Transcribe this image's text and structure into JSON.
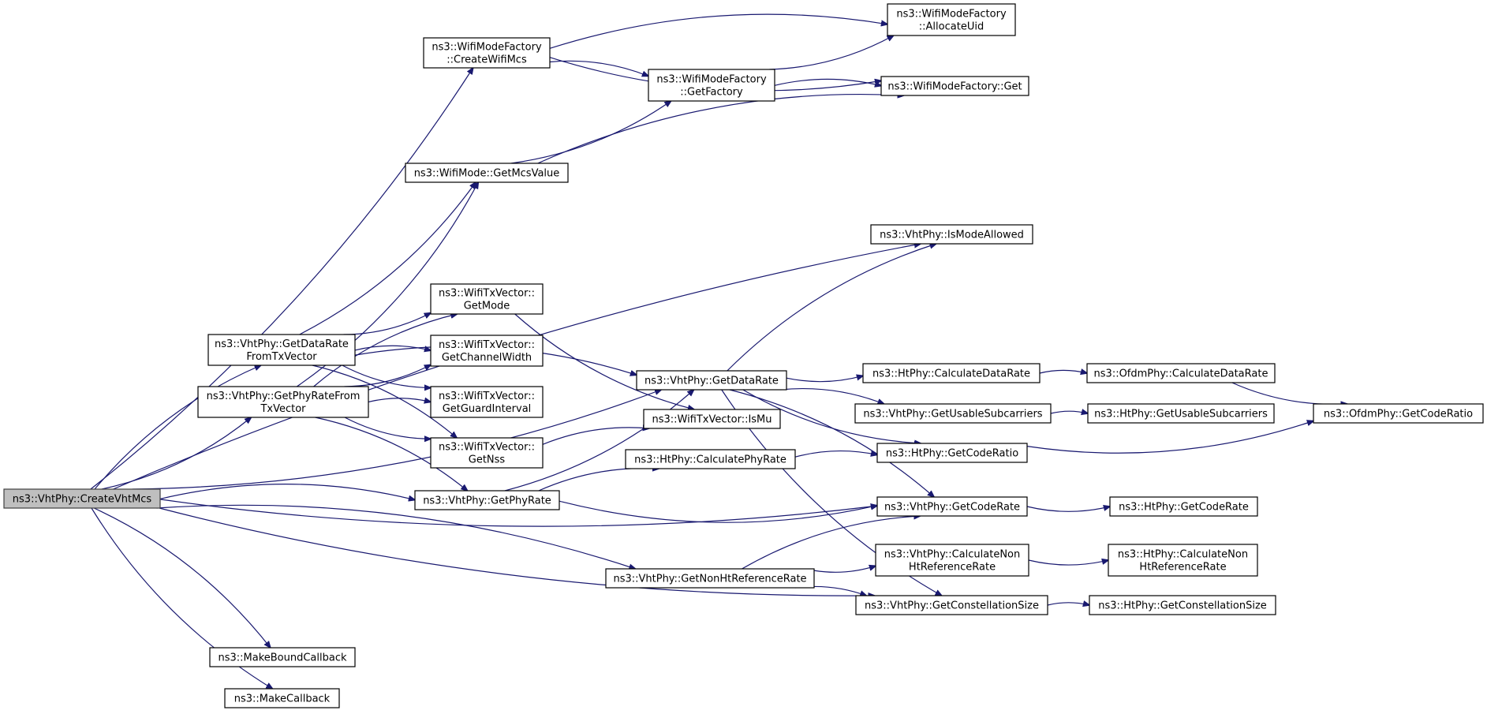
{
  "graph": {
    "nodes": [
      {
        "id": "createVhtMcs",
        "lines": [
          "ns3::VhtPhy::CreateVhtMcs"
        ],
        "root": true
      },
      {
        "id": "createWifiMcs",
        "lines": [
          "ns3::WifiModeFactory",
          "::CreateWifiMcs"
        ]
      },
      {
        "id": "allocateUid",
        "lines": [
          "ns3::WifiModeFactory",
          "::AllocateUid"
        ]
      },
      {
        "id": "getFactory",
        "lines": [
          "ns3::WifiModeFactory",
          "::GetFactory"
        ]
      },
      {
        "id": "factoryGet",
        "lines": [
          "ns3::WifiModeFactory::Get"
        ]
      },
      {
        "id": "getMcsValue",
        "lines": [
          "ns3::WifiMode::GetMcsValue"
        ]
      },
      {
        "id": "isModeAllowed",
        "lines": [
          "ns3::VhtPhy::IsModeAllowed"
        ]
      },
      {
        "id": "getDataRateFromTxVector",
        "lines": [
          "ns3::VhtPhy::GetDataRate",
          "FromTxVector"
        ]
      },
      {
        "id": "getPhyRateFromTxVector",
        "lines": [
          "ns3::VhtPhy::GetPhyRateFrom",
          "TxVector"
        ]
      },
      {
        "id": "getMode",
        "lines": [
          "ns3::WifiTxVector::",
          "GetMode"
        ]
      },
      {
        "id": "getChannelWidth",
        "lines": [
          "ns3::WifiTxVector::",
          "GetChannelWidth"
        ]
      },
      {
        "id": "getGuardInterval",
        "lines": [
          "ns3::WifiTxVector::",
          "GetGuardInterval"
        ]
      },
      {
        "id": "getNss",
        "lines": [
          "ns3::WifiTxVector::",
          "GetNss"
        ]
      },
      {
        "id": "getDataRate",
        "lines": [
          "ns3::VhtPhy::GetDataRate"
        ]
      },
      {
        "id": "isMu",
        "lines": [
          "ns3::WifiTxVector::IsMu"
        ]
      },
      {
        "id": "htCalculatePhyRate",
        "lines": [
          "ns3::HtPhy::CalculatePhyRate"
        ]
      },
      {
        "id": "getPhyRate",
        "lines": [
          "ns3::VhtPhy::GetPhyRate"
        ]
      },
      {
        "id": "htCalculateDataRate",
        "lines": [
          "ns3::HtPhy::CalculateDataRate"
        ]
      },
      {
        "id": "ofdmCalculateDataRate",
        "lines": [
          "ns3::OfdmPhy::CalculateDataRate"
        ]
      },
      {
        "id": "vhtGetUsableSubcarriers",
        "lines": [
          "ns3::VhtPhy::GetUsableSubcarriers"
        ]
      },
      {
        "id": "htGetUsableSubcarriers",
        "lines": [
          "ns3::HtPhy::GetUsableSubcarriers"
        ]
      },
      {
        "id": "ofdmGetCodeRatio",
        "lines": [
          "ns3::OfdmPhy::GetCodeRatio"
        ]
      },
      {
        "id": "htGetCodeRatio",
        "lines": [
          "ns3::HtPhy::GetCodeRatio"
        ]
      },
      {
        "id": "vhtGetCodeRate",
        "lines": [
          "ns3::VhtPhy::GetCodeRate"
        ]
      },
      {
        "id": "htGetCodeRate",
        "lines": [
          "ns3::HtPhy::GetCodeRate"
        ]
      },
      {
        "id": "vhtCalculateNonHtReferenceRate",
        "lines": [
          "ns3::VhtPhy::CalculateNon",
          "HtReferenceRate"
        ]
      },
      {
        "id": "htCalculateNonHtReferenceRate",
        "lines": [
          "ns3::HtPhy::CalculateNon",
          "HtReferenceRate"
        ]
      },
      {
        "id": "getNonHtReferenceRate",
        "lines": [
          "ns3::VhtPhy::GetNonHtReferenceRate"
        ]
      },
      {
        "id": "vhtGetConstellationSize",
        "lines": [
          "ns3::VhtPhy::GetConstellationSize"
        ]
      },
      {
        "id": "htGetConstellationSize",
        "lines": [
          "ns3::HtPhy::GetConstellationSize"
        ]
      },
      {
        "id": "makeBoundCallback",
        "lines": [
          "ns3::MakeBoundCallback"
        ]
      },
      {
        "id": "makeCallback",
        "lines": [
          "ns3::MakeCallback"
        ]
      }
    ],
    "edges": [
      {
        "from": "createVhtMcs",
        "to": "createWifiMcs"
      },
      {
        "from": "createVhtMcs",
        "to": "isModeAllowed"
      },
      {
        "from": "createVhtMcs",
        "to": "getDataRate"
      },
      {
        "from": "createVhtMcs",
        "to": "getDataRateFromTxVector"
      },
      {
        "from": "createVhtMcs",
        "to": "getPhyRateFromTxVector"
      },
      {
        "from": "createVhtMcs",
        "to": "getPhyRate"
      },
      {
        "from": "createVhtMcs",
        "to": "vhtGetCodeRate"
      },
      {
        "from": "createVhtMcs",
        "to": "getNonHtReferenceRate"
      },
      {
        "from": "createVhtMcs",
        "to": "vhtGetConstellationSize"
      },
      {
        "from": "createVhtMcs",
        "to": "makeBoundCallback"
      },
      {
        "from": "createVhtMcs",
        "to": "makeCallback"
      },
      {
        "from": "createWifiMcs",
        "to": "allocateUid"
      },
      {
        "from": "createWifiMcs",
        "to": "factoryGet"
      },
      {
        "from": "createWifiMcs",
        "to": "getFactory"
      },
      {
        "from": "getFactory",
        "to": "allocateUid"
      },
      {
        "from": "getFactory",
        "to": "factoryGet"
      },
      {
        "from": "getMcsValue",
        "to": "getFactory"
      },
      {
        "from": "getMcsValue",
        "to": "factoryGet"
      },
      {
        "from": "getDataRateFromTxVector",
        "to": "getMcsValue"
      },
      {
        "from": "getDataRateFromTxVector",
        "to": "getDataRate"
      },
      {
        "from": "getDataRateFromTxVector",
        "to": "getMode"
      },
      {
        "from": "getDataRateFromTxVector",
        "to": "getChannelWidth"
      },
      {
        "from": "getDataRateFromTxVector",
        "to": "getGuardInterval"
      },
      {
        "from": "getDataRateFromTxVector",
        "to": "getNss"
      },
      {
        "from": "getPhyRateFromTxVector",
        "to": "getMcsValue"
      },
      {
        "from": "getPhyRateFromTxVector",
        "to": "getMode"
      },
      {
        "from": "getPhyRateFromTxVector",
        "to": "getChannelWidth"
      },
      {
        "from": "getPhyRateFromTxVector",
        "to": "getGuardInterval"
      },
      {
        "from": "getPhyRateFromTxVector",
        "to": "getNss"
      },
      {
        "from": "getPhyRateFromTxVector",
        "to": "getPhyRate"
      },
      {
        "from": "getMode",
        "to": "isMu"
      },
      {
        "from": "getNss",
        "to": "isMu"
      },
      {
        "from": "getPhyRate",
        "to": "getDataRate"
      },
      {
        "from": "getPhyRate",
        "to": "htCalculatePhyRate"
      },
      {
        "from": "getPhyRate",
        "to": "vhtGetCodeRate"
      },
      {
        "from": "getDataRate",
        "to": "isModeAllowed"
      },
      {
        "from": "getDataRate",
        "to": "htCalculateDataRate"
      },
      {
        "from": "getDataRate",
        "to": "vhtGetUsableSubcarriers"
      },
      {
        "from": "getDataRate",
        "to": "htGetCodeRatio"
      },
      {
        "from": "getDataRate",
        "to": "vhtGetCodeRate"
      },
      {
        "from": "getDataRate",
        "to": "vhtGetConstellationSize"
      },
      {
        "from": "htCalculateDataRate",
        "to": "ofdmCalculateDataRate"
      },
      {
        "from": "ofdmCalculateDataRate",
        "to": "ofdmGetCodeRatio"
      },
      {
        "from": "vhtGetUsableSubcarriers",
        "to": "htGetUsableSubcarriers"
      },
      {
        "from": "htGetCodeRatio",
        "to": "ofdmGetCodeRatio"
      },
      {
        "from": "htCalculatePhyRate",
        "to": "htGetCodeRatio"
      },
      {
        "from": "vhtGetCodeRate",
        "to": "htGetCodeRate"
      },
      {
        "from": "getNonHtReferenceRate",
        "to": "vhtGetCodeRate"
      },
      {
        "from": "getNonHtReferenceRate",
        "to": "vhtCalculateNonHtReferenceRate"
      },
      {
        "from": "getNonHtReferenceRate",
        "to": "vhtGetConstellationSize"
      },
      {
        "from": "vhtCalculateNonHtReferenceRate",
        "to": "htCalculateNonHtReferenceRate"
      },
      {
        "from": "vhtGetConstellationSize",
        "to": "htGetConstellationSize"
      }
    ]
  }
}
